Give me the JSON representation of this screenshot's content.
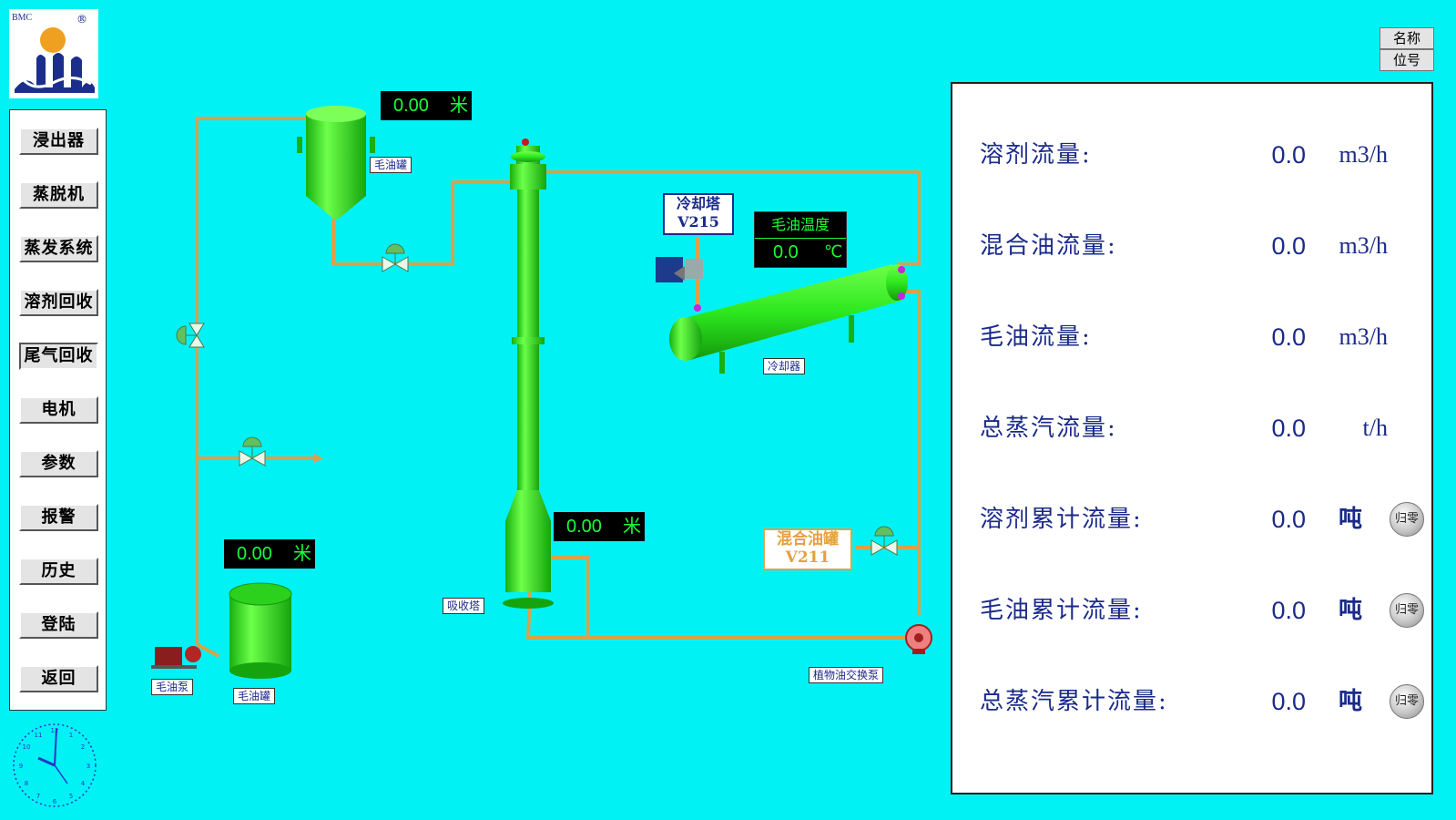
{
  "logo": {
    "brand": "BMC",
    "registered": "®"
  },
  "nav": [
    {
      "label": "浸出器"
    },
    {
      "label": "蒸脱机"
    },
    {
      "label": "蒸发系统"
    },
    {
      "label": "溶剂回收"
    },
    {
      "label": "尾气回收"
    },
    {
      "label": "电机"
    },
    {
      "label": "参数"
    },
    {
      "label": "报警"
    },
    {
      "label": "历史"
    },
    {
      "label": "登陆"
    },
    {
      "label": "返回"
    }
  ],
  "toggles": {
    "name": "名称",
    "tag": "位号"
  },
  "levels": {
    "top_tank": {
      "value": "0.00",
      "unit": "米"
    },
    "absorber": {
      "value": "0.00",
      "unit": "米"
    },
    "bottom_tank": {
      "value": "0.00",
      "unit": "米"
    }
  },
  "oil_temp": {
    "title": "毛油温度",
    "value": "0.0",
    "unit": "℃"
  },
  "labels": {
    "top_tank": "毛油罐",
    "bottom_tank": "毛油罐",
    "pump": "毛油泵",
    "absorber": "吸收塔",
    "cooler": "冷却器",
    "exchange_pump": "植物油交换泵",
    "cooling_tower_name": "冷却塔",
    "cooling_tower_id": "V215",
    "mix_tank_name": "混合油罐",
    "mix_tank_id": "V211"
  },
  "flows": [
    {
      "label": "溶剂流量:",
      "value": "0.0",
      "unit": "m3/h"
    },
    {
      "label": "混合油流量:",
      "value": "0.0",
      "unit": "m3/h"
    },
    {
      "label": "毛油流量:",
      "value": "0.0",
      "unit": "m3/h"
    },
    {
      "label": "总蒸汽流量:",
      "value": "0.0",
      "unit": "t/h"
    },
    {
      "label": "溶剂累计流量:",
      "value": "0.0",
      "unit": "吨",
      "reset": "归零"
    },
    {
      "label": "毛油累计流量:",
      "value": "0.0",
      "unit": "吨",
      "reset": "归零"
    },
    {
      "label": "总蒸汽累计流量:",
      "value": "0.0",
      "unit": "吨",
      "reset": "归零"
    }
  ],
  "colors": {
    "background": "#00f2f4",
    "pipe": "#d8a24a",
    "equipment": "#2ee81e",
    "text_blue": "#1a2a8a",
    "readout_green": "#19ff3a"
  }
}
